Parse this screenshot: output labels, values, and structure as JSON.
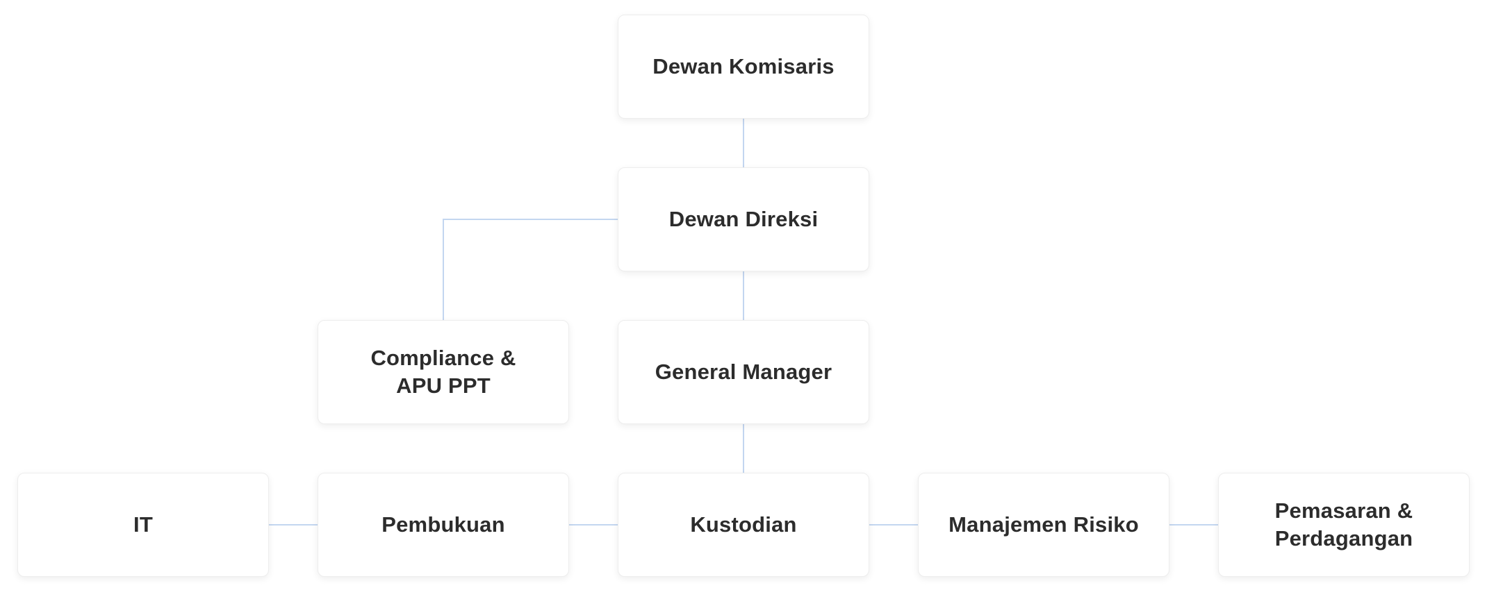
{
  "colors": {
    "connector": "#c3d6f0",
    "node_border": "#ededed",
    "node_background": "#ffffff",
    "text": "#2c2c2c"
  },
  "nodes": {
    "dewan_komisaris": "Dewan Komisaris",
    "dewan_direksi": "Dewan Direksi",
    "compliance": "Compliance &\nAPU PPT",
    "general_manager": "General Manager",
    "it": "IT",
    "pembukuan": "Pembukuan",
    "kustodian": "Kustodian",
    "manajemen_risiko": "Manajemen Risiko",
    "pemasaran": "Pemasaran &\nPerdagangan"
  }
}
